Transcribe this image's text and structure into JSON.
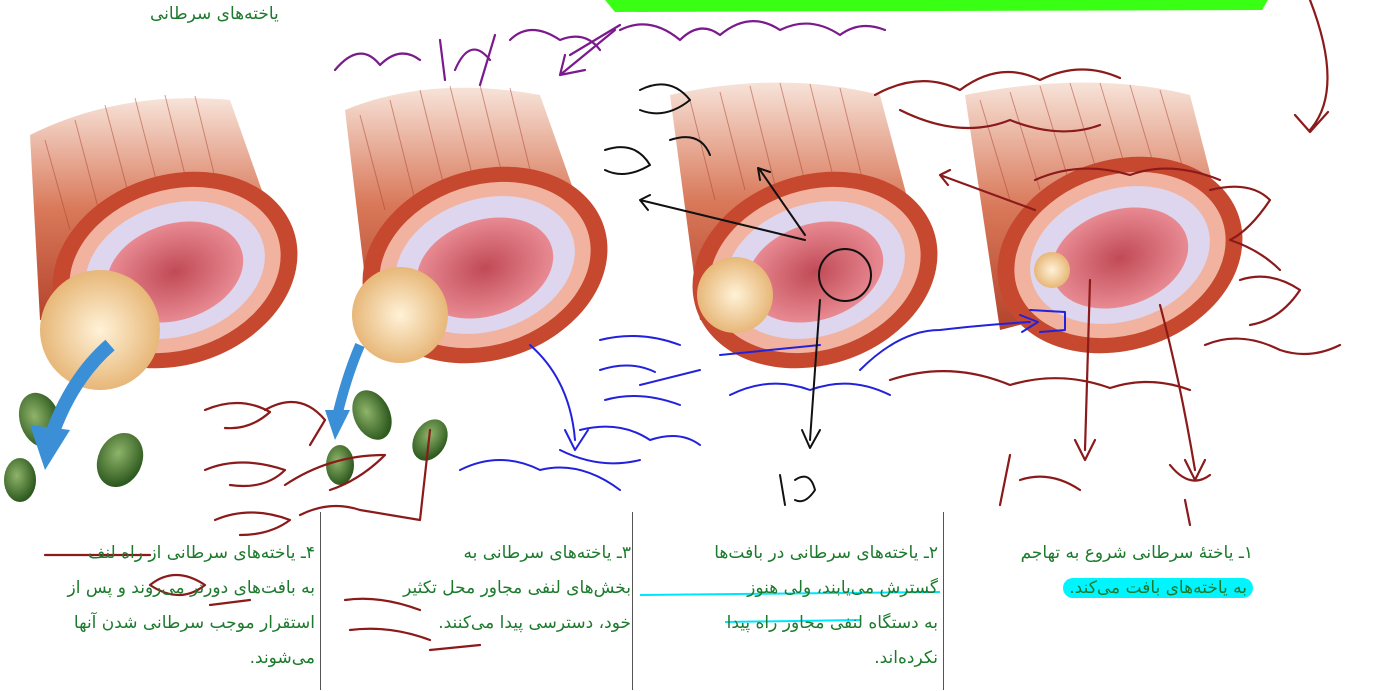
{
  "header": {
    "title": "یاخته‌های سرطانی"
  },
  "panels": [
    {
      "lines": [
        "۱ـ یاختهٔ سرطانی شروع به تهاجم",
        "به یاخته‌های بافت می‌کند."
      ]
    },
    {
      "lines": [
        "۲ـ یاخته‌های سرطانی در بافت‌ها",
        "گسترش می‌یابند، ولی هنوز",
        "به دستگاه لنفی مجاور راه پیدا",
        "نکرده‌اند."
      ]
    },
    {
      "lines": [
        "۳ـ یاخته‌های سرطانی به",
        "بخش‌های لنفی مجاور محل تکثیر",
        "خود، دسترسی پیدا می‌کنند."
      ]
    },
    {
      "lines": [
        "۴ـ یاخته‌های سرطانی از راه لنف",
        "به بافت‌های دورتر می‌روند و پس از",
        "استقرار موجب سرطانی شدن آنها",
        "می‌شوند."
      ]
    }
  ],
  "colors": {
    "text_green": "#1c7a2c",
    "highlight_green": "#39ff14",
    "highlight_cyan": "#00f5ff",
    "ink_red": "#8b1a1a",
    "ink_purple": "#7a1a8c",
    "ink_blue": "#2222dd",
    "ink_black": "#111111"
  },
  "icons": [
    "arrow-icon",
    "lymph-node-icon"
  ]
}
